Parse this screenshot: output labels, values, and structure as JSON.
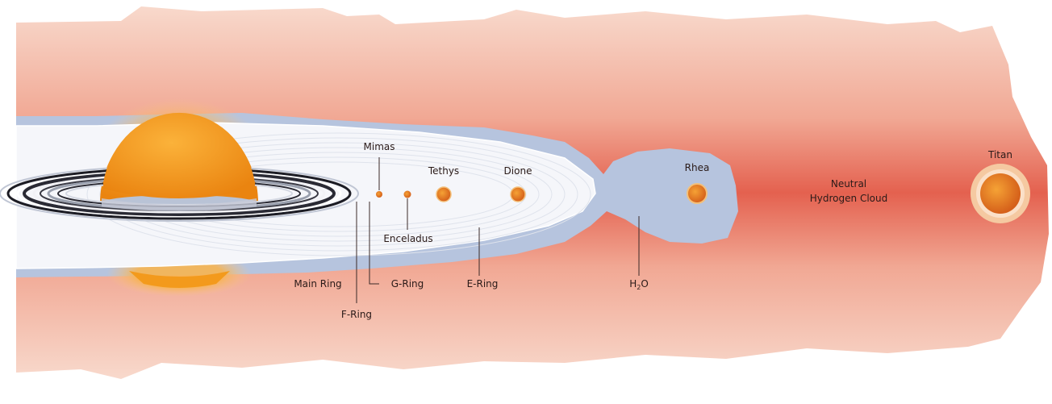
{
  "labels": {
    "mimas": "Mimas",
    "tethys": "Tethys",
    "dione": "Dione",
    "rhea": "Rhea",
    "titan": "Titan",
    "enceladus": "Enceladus",
    "neutral_line1": "Neutral",
    "neutral_line2": "Hydrogen Cloud",
    "main_ring": "Main Ring",
    "f_ring": "F-Ring",
    "g_ring": "G-Ring",
    "e_ring": "E-Ring",
    "h2o_h": "H",
    "h2o_sub": "2",
    "h2o_o": "O"
  },
  "colors": {
    "cloud_edge": "#f6cfc0",
    "cloud_core": "#e46a58",
    "water_cloud": "#b6c4de",
    "e_ring": "#f3f4f8",
    "planet": "#f39a1c",
    "moon": "#e8781e",
    "titan_halo": "#f5c9a1"
  }
}
